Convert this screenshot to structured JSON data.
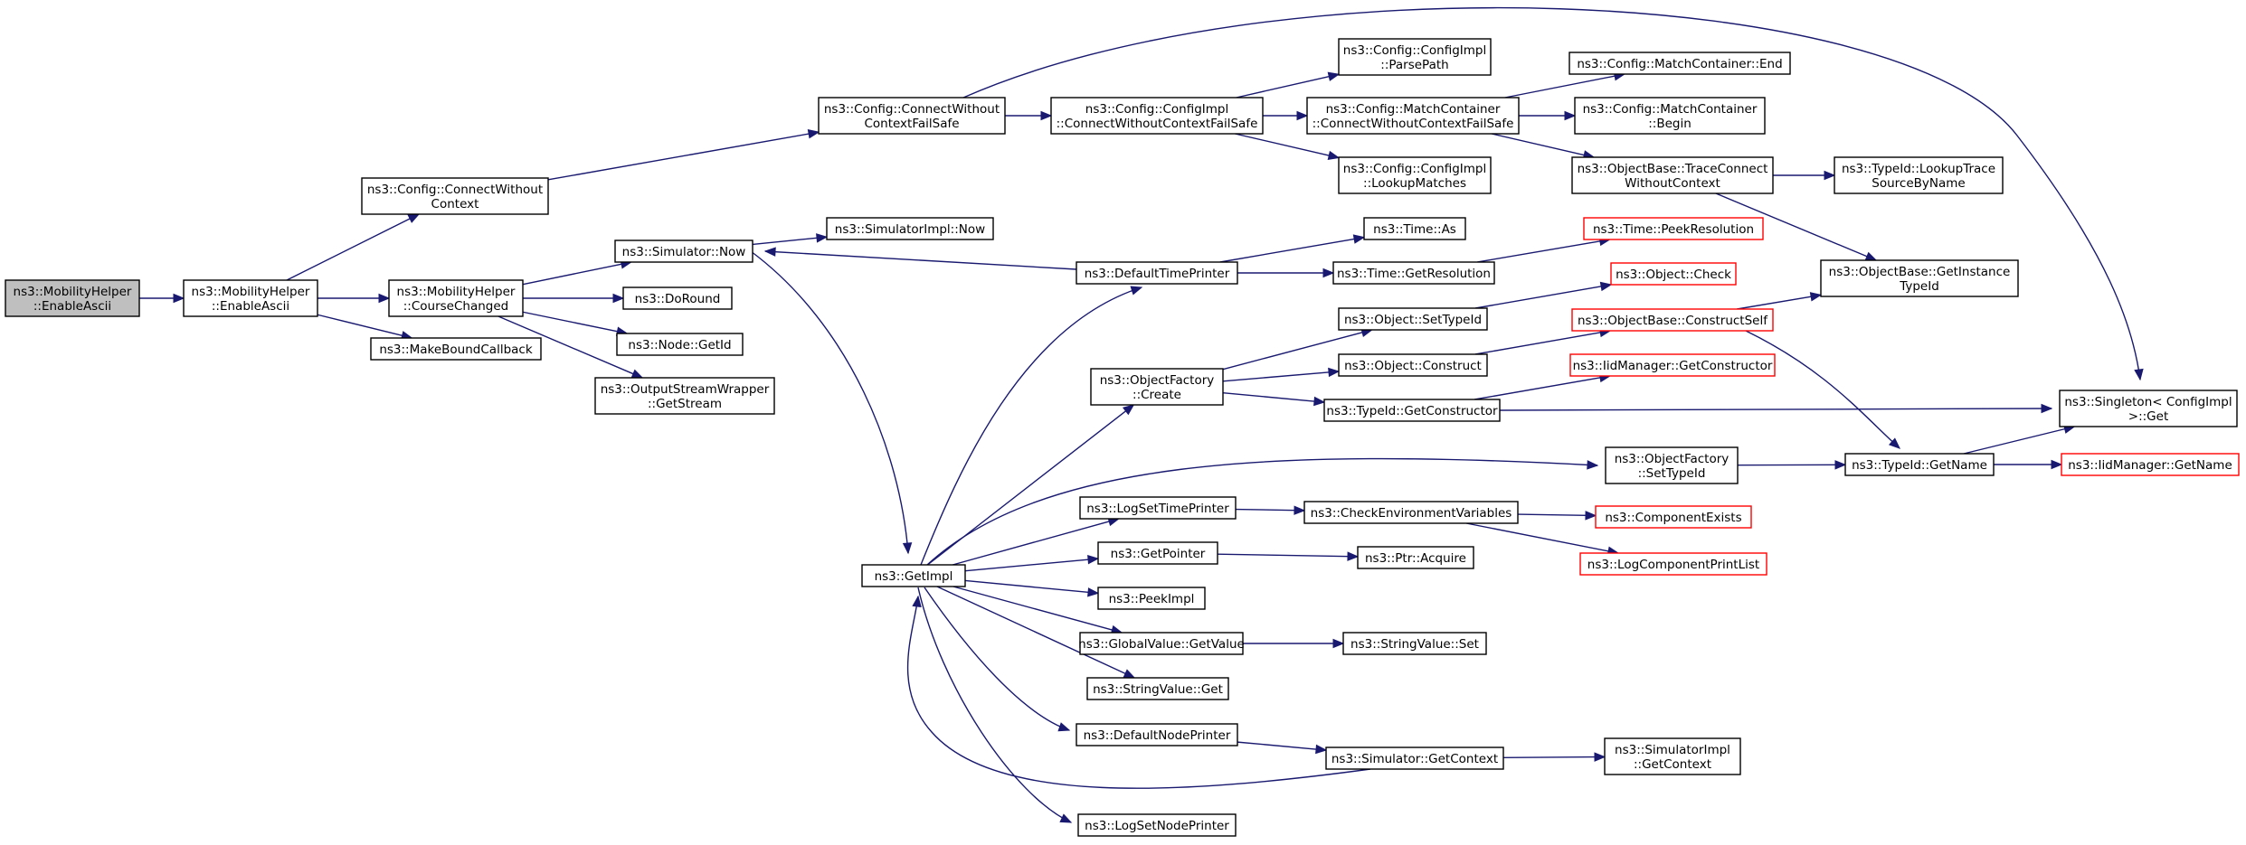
{
  "colors": {
    "edge": "#191970",
    "node_border": "#000000",
    "truncated_border": "#ff0000",
    "root_fill": "#bfbfbf",
    "background": "#ffffff"
  },
  "nodes": [
    {
      "id": "root",
      "lines": [
        "ns3::MobilityHelper",
        "::EnableAscii"
      ],
      "style": "root"
    },
    {
      "id": "mh_enable",
      "lines": [
        "ns3::MobilityHelper",
        "::EnableAscii"
      ]
    },
    {
      "id": "cfg_connect_wo",
      "lines": [
        "ns3::Config::ConnectWithout",
        "Context"
      ]
    },
    {
      "id": "mh_course",
      "lines": [
        "ns3::MobilityHelper",
        "::CourseChanged"
      ]
    },
    {
      "id": "make_bound",
      "lines": [
        "ns3::MakeBoundCallback"
      ]
    },
    {
      "id": "cfg_connect_wo_fs",
      "lines": [
        "ns3::Config::ConnectWithout",
        "ContextFailSafe"
      ]
    },
    {
      "id": "sim_now",
      "lines": [
        "ns3::Simulator::Now"
      ]
    },
    {
      "id": "do_round",
      "lines": [
        "ns3::DoRound"
      ]
    },
    {
      "id": "node_getid",
      "lines": [
        "ns3::Node::GetId"
      ]
    },
    {
      "id": "osw_getstream",
      "lines": [
        "ns3::OutputStreamWrapper",
        "::GetStream"
      ]
    },
    {
      "id": "simimpl_now",
      "lines": [
        "ns3::SimulatorImpl::Now"
      ]
    },
    {
      "id": "get_impl",
      "lines": [
        "ns3::GetImpl"
      ]
    },
    {
      "id": "cfgimpl_connect",
      "lines": [
        "ns3::Config::ConfigImpl",
        "::ConnectWithoutContextFailSafe"
      ]
    },
    {
      "id": "default_time_printer",
      "lines": [
        "ns3::DefaultTimePrinter"
      ]
    },
    {
      "id": "objfactory_create",
      "lines": [
        "ns3::ObjectFactory",
        "::Create"
      ]
    },
    {
      "id": "log_set_time_printer",
      "lines": [
        "ns3::LogSetTimePrinter"
      ]
    },
    {
      "id": "get_pointer",
      "lines": [
        "ns3::GetPointer"
      ]
    },
    {
      "id": "peek_impl",
      "lines": [
        "ns3::PeekImpl"
      ]
    },
    {
      "id": "gv_getvalue",
      "lines": [
        "ns3::GlobalValue::GetValue"
      ]
    },
    {
      "id": "stringvalue_get",
      "lines": [
        "ns3::StringValue::Get"
      ]
    },
    {
      "id": "default_node_printer",
      "lines": [
        "ns3::DefaultNodePrinter"
      ]
    },
    {
      "id": "log_set_node_printer",
      "lines": [
        "ns3::LogSetNodePrinter"
      ]
    },
    {
      "id": "cfgimpl_parsepath",
      "lines": [
        "ns3::Config::ConfigImpl",
        "::ParsePath"
      ]
    },
    {
      "id": "mc_connect",
      "lines": [
        "ns3::Config::MatchContainer",
        "::ConnectWithoutContextFailSafe"
      ]
    },
    {
      "id": "cfgimpl_lookup",
      "lines": [
        "ns3::Config::ConfigImpl",
        "::LookupMatches"
      ]
    },
    {
      "id": "time_as",
      "lines": [
        "ns3::Time::As"
      ]
    },
    {
      "id": "time_getres",
      "lines": [
        "ns3::Time::GetResolution"
      ]
    },
    {
      "id": "obj_settypeid",
      "lines": [
        "ns3::Object::SetTypeId"
      ]
    },
    {
      "id": "obj_construct",
      "lines": [
        "ns3::Object::Construct"
      ]
    },
    {
      "id": "typeid_getctor",
      "lines": [
        "ns3::TypeId::GetConstructor"
      ]
    },
    {
      "id": "objfactory_settypeid",
      "lines": [
        "ns3::ObjectFactory",
        "::SetTypeId"
      ]
    },
    {
      "id": "check_env",
      "lines": [
        "ns3::CheckEnvironmentVariables"
      ]
    },
    {
      "id": "ptr_acquire",
      "lines": [
        "ns3::Ptr::Acquire"
      ]
    },
    {
      "id": "stringvalue_set",
      "lines": [
        "ns3::StringValue::Set"
      ]
    },
    {
      "id": "sim_getcontext",
      "lines": [
        "ns3::Simulator::GetContext"
      ]
    },
    {
      "id": "mc_end",
      "lines": [
        "ns3::Config::MatchContainer::End"
      ]
    },
    {
      "id": "mc_begin",
      "lines": [
        "ns3::Config::MatchContainer",
        "::Begin"
      ]
    },
    {
      "id": "ob_traceconnect",
      "lines": [
        "ns3::ObjectBase::TraceConnect",
        "WithoutContext"
      ]
    },
    {
      "id": "time_peekres",
      "lines": [
        "ns3::Time::PeekResolution"
      ],
      "style": "trunc"
    },
    {
      "id": "obj_check",
      "lines": [
        "ns3::Object::Check"
      ],
      "style": "trunc"
    },
    {
      "id": "ob_constructself",
      "lines": [
        "ns3::ObjectBase::ConstructSelf"
      ],
      "style": "trunc"
    },
    {
      "id": "iid_getctor",
      "lines": [
        "ns3::IidManager::GetConstructor"
      ],
      "style": "trunc"
    },
    {
      "id": "typeid_getname",
      "lines": [
        "ns3::TypeId::GetName"
      ]
    },
    {
      "id": "component_exists",
      "lines": [
        "ns3::ComponentExists"
      ],
      "style": "trunc"
    },
    {
      "id": "log_component_print",
      "lines": [
        "ns3::LogComponentPrintList"
      ],
      "style": "trunc"
    },
    {
      "id": "simimpl_getcontext",
      "lines": [
        "ns3::SimulatorImpl",
        "::GetContext"
      ]
    },
    {
      "id": "typeid_lookup",
      "lines": [
        "ns3::TypeId::LookupTrace",
        "SourceByName"
      ]
    },
    {
      "id": "ob_getinstance",
      "lines": [
        "ns3::ObjectBase::GetInstance",
        "TypeId"
      ]
    },
    {
      "id": "singleton_get",
      "lines": [
        "ns3::Singleton< ConfigImpl",
        ">::Get"
      ]
    },
    {
      "id": "iid_getname",
      "lines": [
        "ns3::IidManager::GetName"
      ],
      "style": "trunc"
    }
  ],
  "edges": [
    [
      "root",
      "mh_enable"
    ],
    [
      "mh_enable",
      "cfg_connect_wo"
    ],
    [
      "mh_enable",
      "mh_course"
    ],
    [
      "mh_enable",
      "make_bound"
    ],
    [
      "cfg_connect_wo",
      "cfg_connect_wo_fs"
    ],
    [
      "cfg_connect_wo_fs",
      "cfgimpl_connect"
    ],
    [
      "cfg_connect_wo_fs",
      "singleton_get"
    ],
    [
      "cfgimpl_connect",
      "cfgimpl_parsepath"
    ],
    [
      "cfgimpl_connect",
      "mc_connect"
    ],
    [
      "cfgimpl_connect",
      "cfgimpl_lookup"
    ],
    [
      "mc_connect",
      "mc_end"
    ],
    [
      "mc_connect",
      "mc_begin"
    ],
    [
      "mc_connect",
      "ob_traceconnect"
    ],
    [
      "ob_traceconnect",
      "typeid_lookup"
    ],
    [
      "ob_traceconnect",
      "ob_getinstance"
    ],
    [
      "mh_course",
      "sim_now"
    ],
    [
      "mh_course",
      "do_round"
    ],
    [
      "mh_course",
      "node_getid"
    ],
    [
      "mh_course",
      "osw_getstream"
    ],
    [
      "sim_now",
      "simimpl_now"
    ],
    [
      "sim_now",
      "get_impl"
    ],
    [
      "default_time_printer",
      "sim_now"
    ],
    [
      "default_time_printer",
      "time_as"
    ],
    [
      "default_time_printer",
      "time_getres"
    ],
    [
      "time_getres",
      "time_peekres"
    ],
    [
      "get_impl",
      "default_time_printer"
    ],
    [
      "get_impl",
      "objfactory_create"
    ],
    [
      "get_impl",
      "objfactory_settypeid"
    ],
    [
      "get_impl",
      "log_set_time_printer"
    ],
    [
      "get_impl",
      "get_pointer"
    ],
    [
      "get_impl",
      "peek_impl"
    ],
    [
      "get_impl",
      "gv_getvalue"
    ],
    [
      "get_impl",
      "stringvalue_get"
    ],
    [
      "get_impl",
      "default_node_printer"
    ],
    [
      "get_impl",
      "log_set_node_printer"
    ],
    [
      "sim_getcontext",
      "get_impl"
    ],
    [
      "objfactory_create",
      "obj_settypeid"
    ],
    [
      "objfactory_create",
      "obj_construct"
    ],
    [
      "objfactory_create",
      "typeid_getctor"
    ],
    [
      "obj_settypeid",
      "obj_check"
    ],
    [
      "obj_construct",
      "ob_constructself"
    ],
    [
      "typeid_getctor",
      "iid_getctor"
    ],
    [
      "typeid_getctor",
      "singleton_get"
    ],
    [
      "ob_constructself",
      "ob_getinstance"
    ],
    [
      "ob_constructself",
      "typeid_getname"
    ],
    [
      "objfactory_settypeid",
      "typeid_getname"
    ],
    [
      "typeid_getname",
      "singleton_get"
    ],
    [
      "typeid_getname",
      "iid_getname"
    ],
    [
      "log_set_time_printer",
      "check_env"
    ],
    [
      "check_env",
      "component_exists"
    ],
    [
      "check_env",
      "log_component_print"
    ],
    [
      "get_pointer",
      "ptr_acquire"
    ],
    [
      "gv_getvalue",
      "stringvalue_set"
    ],
    [
      "default_node_printer",
      "sim_getcontext"
    ],
    [
      "sim_getcontext",
      "simimpl_getcontext"
    ]
  ]
}
